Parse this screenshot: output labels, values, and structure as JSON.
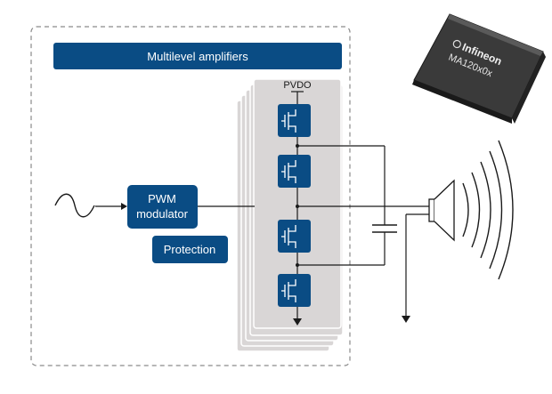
{
  "diagram": {
    "banner_label": "Multilevel amplifiers",
    "pwm_label_line1": "PWM",
    "pwm_label_line2": "modulator",
    "protection_label": "Protection",
    "supply_label": "PVDO",
    "chip": {
      "brand": "Infineon",
      "part": "MA120x0x"
    }
  },
  "colors": {
    "block_blue": "#0a4c84",
    "stack_grey": "#d9d6d6",
    "line": "#1a1a1a",
    "chip_body": "#2e2e2e"
  },
  "icons": {
    "signal": "sine-wave-icon",
    "transistor": "mosfet-icon",
    "speaker": "speaker-icon",
    "ground": "ground-arrow-icon",
    "capacitor": "capacitor-icon"
  }
}
